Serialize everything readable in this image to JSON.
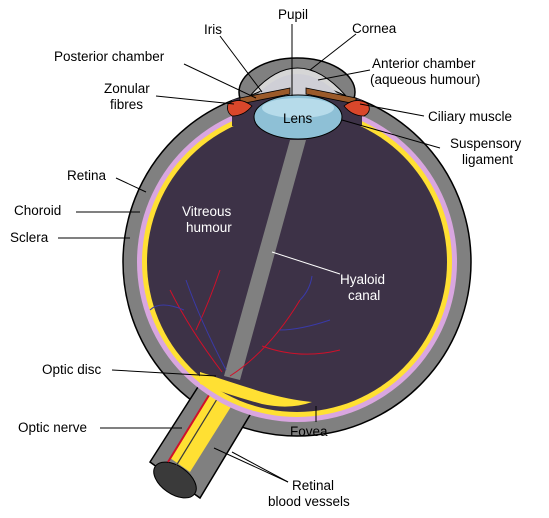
{
  "diagram": {
    "labels": {
      "pupil": "Pupil",
      "iris": "Iris",
      "cornea": "Cornea",
      "posterior_chamber": "Posterior chamber",
      "anterior_chamber_1": "Anterior chamber",
      "anterior_chamber_2": "(aqueous humour)",
      "zonular_fibres_1": "Zonular",
      "zonular_fibres_2": "fibres",
      "ciliary_muscle": "Ciliary muscle",
      "lens": "Lens",
      "suspensory_ligament_1": "Suspensory",
      "suspensory_ligament_2": "ligament",
      "retina": "Retina",
      "choroid": "Choroid",
      "sclera": "Sclera",
      "vitreous_humour_1": "Vitreous",
      "vitreous_humour_2": "humour",
      "hyaloid_canal_1": "Hyaloid",
      "hyaloid_canal_2": "canal",
      "optic_disc": "Optic disc",
      "optic_nerve": "Optic nerve",
      "fovea": "Fovea",
      "retinal_blood_vessels_1": "Retinal",
      "retinal_blood_vessels_2": "blood vessels"
    },
    "colors": {
      "sclera": "#808080",
      "choroid": "#d9a6e0",
      "retina": "#ffe033",
      "vitreous": "#3d3247",
      "lens": "#8ec0d6",
      "cornea": "#d6d6d6",
      "iris": "#9b5a2a",
      "ciliary": "#d9472b",
      "artery": "#d0102a",
      "vein": "#3a3aa8",
      "nerve": "#ffe033"
    }
  }
}
